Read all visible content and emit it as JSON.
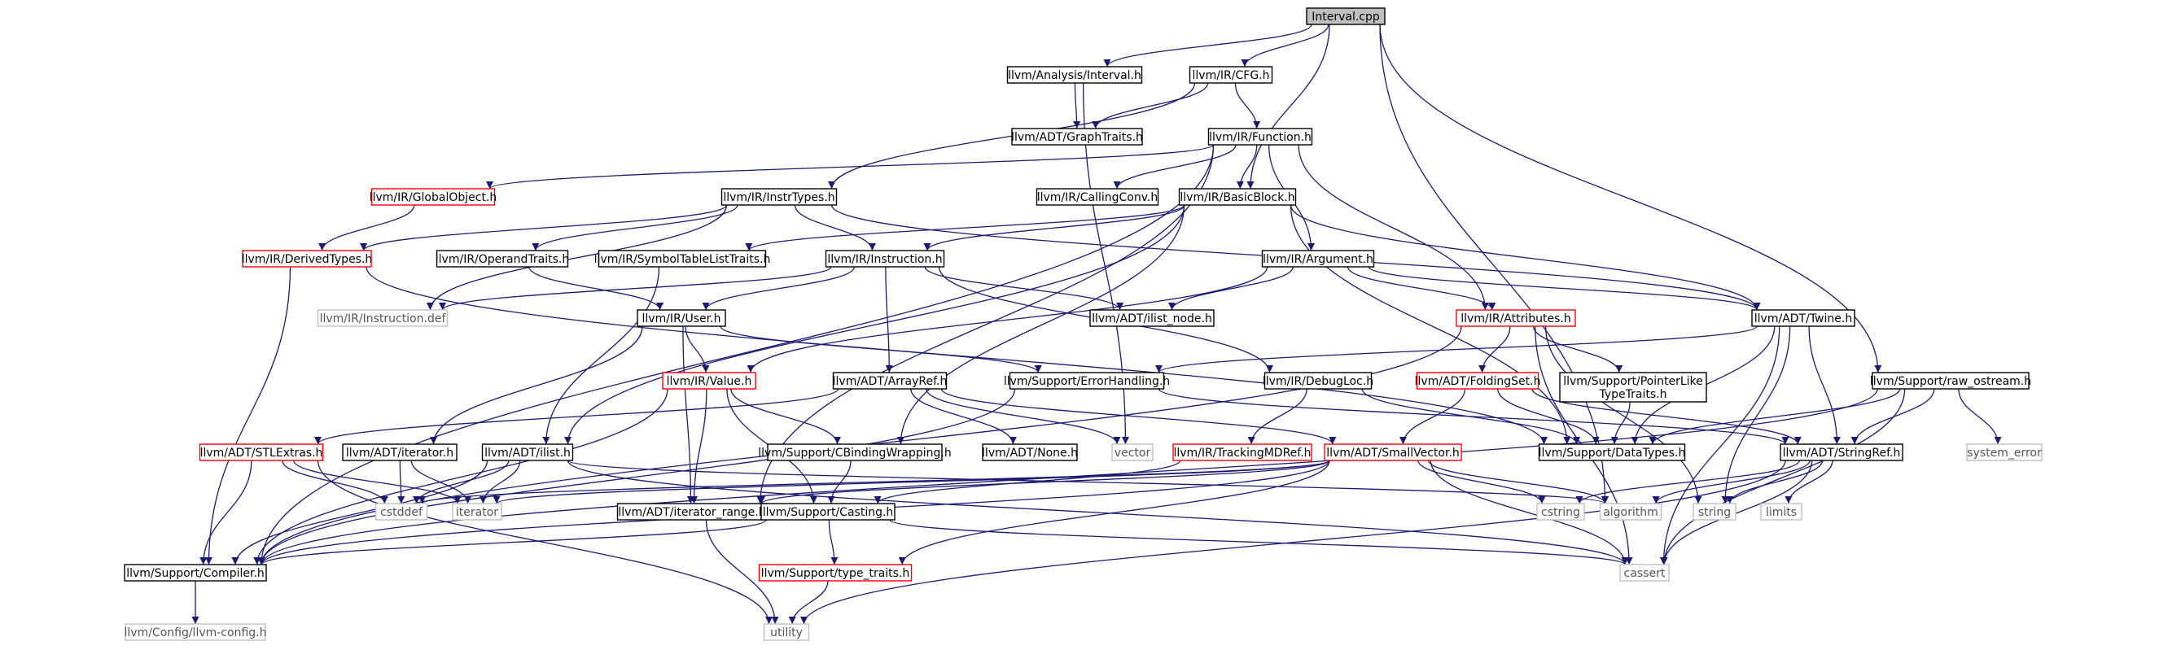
{
  "graph": {
    "nodes": [
      {
        "id": "interval_cpp",
        "label": "Interval.cpp",
        "kind": "root"
      },
      {
        "id": "analysis_interval_h",
        "label": "llvm/Analysis/Interval.h",
        "kind": "doc"
      },
      {
        "id": "ir_cfg_h",
        "label": "llvm/IR/CFG.h",
        "kind": "doc"
      },
      {
        "id": "adt_graphtraits_h",
        "label": "llvm/ADT/GraphTraits.h",
        "kind": "doc"
      },
      {
        "id": "ir_function_h",
        "label": "llvm/IR/Function.h",
        "kind": "doc"
      },
      {
        "id": "ir_globalobject_h",
        "label": "llvm/IR/GlobalObject.h",
        "kind": "red"
      },
      {
        "id": "ir_instrtypes_h",
        "label": "llvm/IR/InstrTypes.h",
        "kind": "doc"
      },
      {
        "id": "ir_callingconv_h",
        "label": "llvm/IR/CallingConv.h",
        "kind": "doc"
      },
      {
        "id": "ir_basicblock_h",
        "label": "llvm/IR/BasicBlock.h",
        "kind": "doc"
      },
      {
        "id": "ir_derivedtypes_h",
        "label": "llvm/IR/DerivedTypes.h",
        "kind": "red"
      },
      {
        "id": "ir_operandtraits_h",
        "label": "llvm/IR/OperandTraits.h",
        "kind": "doc"
      },
      {
        "id": "ir_symboltablelisttraits_h",
        "label": "llvm/IR/SymbolTableListTraits.h",
        "kind": "doc"
      },
      {
        "id": "ir_instruction_h",
        "label": "llvm/IR/Instruction.h",
        "kind": "doc"
      },
      {
        "id": "ir_argument_h",
        "label": "llvm/IR/Argument.h",
        "kind": "doc"
      },
      {
        "id": "ir_instruction_def",
        "label": "llvm/IR/Instruction.def",
        "kind": "ext"
      },
      {
        "id": "ir_user_h",
        "label": "llvm/IR/User.h",
        "kind": "doc"
      },
      {
        "id": "adt_ilist_node_h",
        "label": "llvm/ADT/ilist_node.h",
        "kind": "doc"
      },
      {
        "id": "ir_attributes_h",
        "label": "llvm/IR/Attributes.h",
        "kind": "red"
      },
      {
        "id": "adt_twine_h",
        "label": "llvm/ADT/Twine.h",
        "kind": "doc"
      },
      {
        "id": "ir_value_h",
        "label": "llvm/IR/Value.h",
        "kind": "red"
      },
      {
        "id": "adt_arrayref_h",
        "label": "llvm/ADT/ArrayRef.h",
        "kind": "doc"
      },
      {
        "id": "support_errorhandling_h",
        "label": "llvm/Support/ErrorHandling.h",
        "kind": "doc"
      },
      {
        "id": "ir_debugloc_h",
        "label": "llvm/IR/DebugLoc.h",
        "kind": "doc"
      },
      {
        "id": "adt_foldingset_h",
        "label": "llvm/ADT/FoldingSet.h",
        "kind": "red"
      },
      {
        "id": "support_pointerliketypetraits_h",
        "label": "llvm/Support/PointerLike",
        "label2": "TypeTraits.h",
        "kind": "doc"
      },
      {
        "id": "support_raw_ostream_h",
        "label": "llvm/Support/raw_ostream.h",
        "kind": "doc"
      },
      {
        "id": "adt_stlextras_h",
        "label": "llvm/ADT/STLExtras.h",
        "kind": "red"
      },
      {
        "id": "adt_iterator_h",
        "label": "llvm/ADT/iterator.h",
        "kind": "doc"
      },
      {
        "id": "adt_ilist_h",
        "label": "llvm/ADT/ilist.h",
        "kind": "doc"
      },
      {
        "id": "support_cbindingwrapping_h",
        "label": "llvm/Support/CBindingWrapping.h",
        "kind": "doc"
      },
      {
        "id": "adt_none_h",
        "label": "llvm/ADT/None.h",
        "kind": "doc"
      },
      {
        "id": "vector",
        "label": "vector",
        "kind": "ext"
      },
      {
        "id": "ir_trackingmdref_h",
        "label": "llvm/IR/TrackingMDRef.h",
        "kind": "red"
      },
      {
        "id": "adt_smallvector_h",
        "label": "llvm/ADT/SmallVector.h",
        "kind": "red"
      },
      {
        "id": "support_datatypes_h",
        "label": "llvm/Support/DataTypes.h",
        "kind": "doc"
      },
      {
        "id": "adt_stringref_h",
        "label": "llvm/ADT/StringRef.h",
        "kind": "doc"
      },
      {
        "id": "system_error",
        "label": "system_error",
        "kind": "ext"
      },
      {
        "id": "cstddef",
        "label": "cstddef",
        "kind": "ext"
      },
      {
        "id": "iterator",
        "label": "iterator",
        "kind": "ext"
      },
      {
        "id": "adt_iterator_range_h",
        "label": "llvm/ADT/iterator_range.h",
        "kind": "doc"
      },
      {
        "id": "support_casting_h",
        "label": "llvm/Support/Casting.h",
        "kind": "doc"
      },
      {
        "id": "cstring",
        "label": "cstring",
        "kind": "ext"
      },
      {
        "id": "algorithm",
        "label": "algorithm",
        "kind": "ext"
      },
      {
        "id": "string",
        "label": "string",
        "kind": "ext"
      },
      {
        "id": "limits",
        "label": "limits",
        "kind": "ext"
      },
      {
        "id": "support_compiler_h",
        "label": "llvm/Support/Compiler.h",
        "kind": "doc"
      },
      {
        "id": "support_type_traits_h",
        "label": "llvm/Support/type_traits.h",
        "kind": "red"
      },
      {
        "id": "cassert",
        "label": "cassert",
        "kind": "ext"
      },
      {
        "id": "config_llvm_config_h",
        "label": "llvm/Config/llvm-config.h",
        "kind": "ext"
      },
      {
        "id": "utility",
        "label": "utility",
        "kind": "ext"
      }
    ],
    "edges": [
      [
        "interval_cpp",
        "analysis_interval_h"
      ],
      [
        "interval_cpp",
        "ir_cfg_h"
      ],
      [
        "interval_cpp",
        "ir_basicblock_h"
      ],
      [
        "interval_cpp",
        "support_raw_ostream_h"
      ],
      [
        "interval_cpp",
        "algorithm"
      ],
      [
        "analysis_interval_h",
        "adt_graphtraits_h"
      ],
      [
        "analysis_interval_h",
        "vector"
      ],
      [
        "ir_cfg_h",
        "adt_graphtraits_h"
      ],
      [
        "ir_cfg_h",
        "ir_function_h"
      ],
      [
        "ir_cfg_h",
        "ir_instrtypes_h"
      ],
      [
        "ir_function_h",
        "ir_globalobject_h"
      ],
      [
        "ir_function_h",
        "ir_callingconv_h"
      ],
      [
        "ir_function_h",
        "ir_basicblock_h"
      ],
      [
        "ir_function_h",
        "ir_argument_h"
      ],
      [
        "ir_function_h",
        "ir_attributes_h"
      ],
      [
        "ir_function_h",
        "adt_iterator_range_h"
      ],
      [
        "ir_function_h",
        "support_compiler_h"
      ],
      [
        "ir_globalobject_h",
        "ir_derivedtypes_h"
      ],
      [
        "ir_instrtypes_h",
        "ir_derivedtypes_h"
      ],
      [
        "ir_instrtypes_h",
        "ir_operandtraits_h"
      ],
      [
        "ir_instrtypes_h",
        "ir_instruction_h"
      ],
      [
        "ir_instrtypes_h",
        "ir_instruction_def"
      ],
      [
        "ir_instrtypes_h",
        "adt_twine_h"
      ],
      [
        "ir_basicblock_h",
        "ir_symboltablelisttraits_h"
      ],
      [
        "ir_basicblock_h",
        "ir_instruction_h"
      ],
      [
        "ir_basicblock_h",
        "adt_twine_h"
      ],
      [
        "ir_basicblock_h",
        "adt_ilist_h"
      ],
      [
        "ir_basicblock_h",
        "support_cbindingwrapping_h"
      ],
      [
        "ir_basicblock_h",
        "support_datatypes_h"
      ],
      [
        "ir_derivedtypes_h",
        "support_compiler_h"
      ],
      [
        "ir_derivedtypes_h",
        "support_datatypes_h"
      ],
      [
        "ir_operandtraits_h",
        "ir_user_h"
      ],
      [
        "ir_symboltablelisttraits_h",
        "adt_ilist_h"
      ],
      [
        "ir_instruction_h",
        "ir_user_h"
      ],
      [
        "ir_instruction_h",
        "adt_ilist_node_h"
      ],
      [
        "ir_instruction_h",
        "adt_arrayref_h"
      ],
      [
        "ir_instruction_h",
        "ir_debugloc_h"
      ],
      [
        "ir_instruction_h",
        "ir_instruction_def"
      ],
      [
        "ir_argument_h",
        "adt_twine_h"
      ],
      [
        "ir_argument_h",
        "adt_ilist_node_h"
      ],
      [
        "ir_argument_h",
        "ir_attributes_h"
      ],
      [
        "ir_argument_h",
        "ir_value_h"
      ],
      [
        "ir_user_h",
        "ir_value_h"
      ],
      [
        "ir_user_h",
        "support_errorhandling_h"
      ],
      [
        "ir_user_h",
        "adt_iterator_h"
      ],
      [
        "ir_user_h",
        "adt_iterator_range_h"
      ],
      [
        "ir_attributes_h",
        "adt_foldingset_h"
      ],
      [
        "ir_attributes_h",
        "support_pointerliketypetraits_h"
      ],
      [
        "ir_attributes_h",
        "string"
      ],
      [
        "ir_attributes_h",
        "cassert"
      ],
      [
        "ir_attributes_h",
        "support_compiler_h"
      ],
      [
        "adt_twine_h",
        "adt_stringref_h"
      ],
      [
        "adt_twine_h",
        "support_errorhandling_h"
      ],
      [
        "adt_twine_h",
        "support_datatypes_h"
      ],
      [
        "adt_twine_h",
        "string"
      ],
      [
        "adt_twine_h",
        "cassert"
      ],
      [
        "ir_value_h",
        "support_cbindingwrapping_h"
      ],
      [
        "ir_value_h",
        "support_casting_h"
      ],
      [
        "ir_value_h",
        "adt_iterator_range_h"
      ],
      [
        "ir_value_h",
        "support_compiler_h"
      ],
      [
        "adt_arrayref_h",
        "adt_none_h"
      ],
      [
        "adt_arrayref_h",
        "adt_smallvector_h"
      ],
      [
        "adt_arrayref_h",
        "adt_stlextras_h"
      ],
      [
        "adt_arrayref_h",
        "vector"
      ],
      [
        "support_errorhandling_h",
        "adt_stringref_h"
      ],
      [
        "support_errorhandling_h",
        "support_compiler_h"
      ],
      [
        "ir_debugloc_h",
        "ir_trackingmdref_h"
      ],
      [
        "ir_debugloc_h",
        "support_datatypes_h"
      ],
      [
        "adt_foldingset_h",
        "adt_smallvector_h"
      ],
      [
        "adt_foldingset_h",
        "adt_stringref_h"
      ],
      [
        "adt_foldingset_h",
        "support_datatypes_h"
      ],
      [
        "support_pointerliketypetraits_h",
        "support_datatypes_h"
      ],
      [
        "support_raw_ostream_h",
        "adt_stringref_h"
      ],
      [
        "support_raw_ostream_h",
        "support_datatypes_h"
      ],
      [
        "support_raw_ostream_h",
        "system_error"
      ],
      [
        "support_raw_ostream_h",
        "cassert"
      ],
      [
        "support_raw_ostream_h",
        "support_compiler_h"
      ],
      [
        "adt_stlextras_h",
        "cstddef"
      ],
      [
        "adt_stlextras_h",
        "iterator"
      ],
      [
        "adt_stlextras_h",
        "support_compiler_h"
      ],
      [
        "adt_stlextras_h",
        "utility"
      ],
      [
        "adt_iterator_h",
        "cstddef"
      ],
      [
        "adt_iterator_h",
        "iterator"
      ],
      [
        "adt_ilist_h",
        "cstddef"
      ],
      [
        "adt_ilist_h",
        "iterator"
      ],
      [
        "adt_ilist_h",
        "algorithm"
      ],
      [
        "adt_ilist_h",
        "cassert"
      ],
      [
        "adt_ilist_h",
        "support_compiler_h"
      ],
      [
        "support_cbindingwrapping_h",
        "support_casting_h"
      ],
      [
        "ir_trackingmdref_h",
        "support_casting_h"
      ],
      [
        "adt_smallvector_h",
        "adt_iterator_range_h"
      ],
      [
        "adt_smallvector_h",
        "support_type_traits_h"
      ],
      [
        "adt_smallvector_h",
        "cstddef"
      ],
      [
        "adt_smallvector_h",
        "iterator"
      ],
      [
        "adt_smallvector_h",
        "cstring"
      ],
      [
        "adt_smallvector_h",
        "algorithm"
      ],
      [
        "adt_smallvector_h",
        "cassert"
      ],
      [
        "adt_smallvector_h",
        "support_compiler_h"
      ],
      [
        "adt_stringref_h",
        "algorithm"
      ],
      [
        "adt_stringref_h",
        "cstring"
      ],
      [
        "adt_stringref_h",
        "string"
      ],
      [
        "adt_stringref_h",
        "limits"
      ],
      [
        "adt_stringref_h",
        "cassert"
      ],
      [
        "adt_stringref_h",
        "utility"
      ],
      [
        "adt_iterator_range_h",
        "utility"
      ],
      [
        "support_casting_h",
        "support_type_traits_h"
      ],
      [
        "support_casting_h",
        "cassert"
      ],
      [
        "support_casting_h",
        "support_compiler_h"
      ],
      [
        "support_type_traits_h",
        "utility"
      ],
      [
        "support_compiler_h",
        "config_llvm_config_h"
      ]
    ]
  }
}
